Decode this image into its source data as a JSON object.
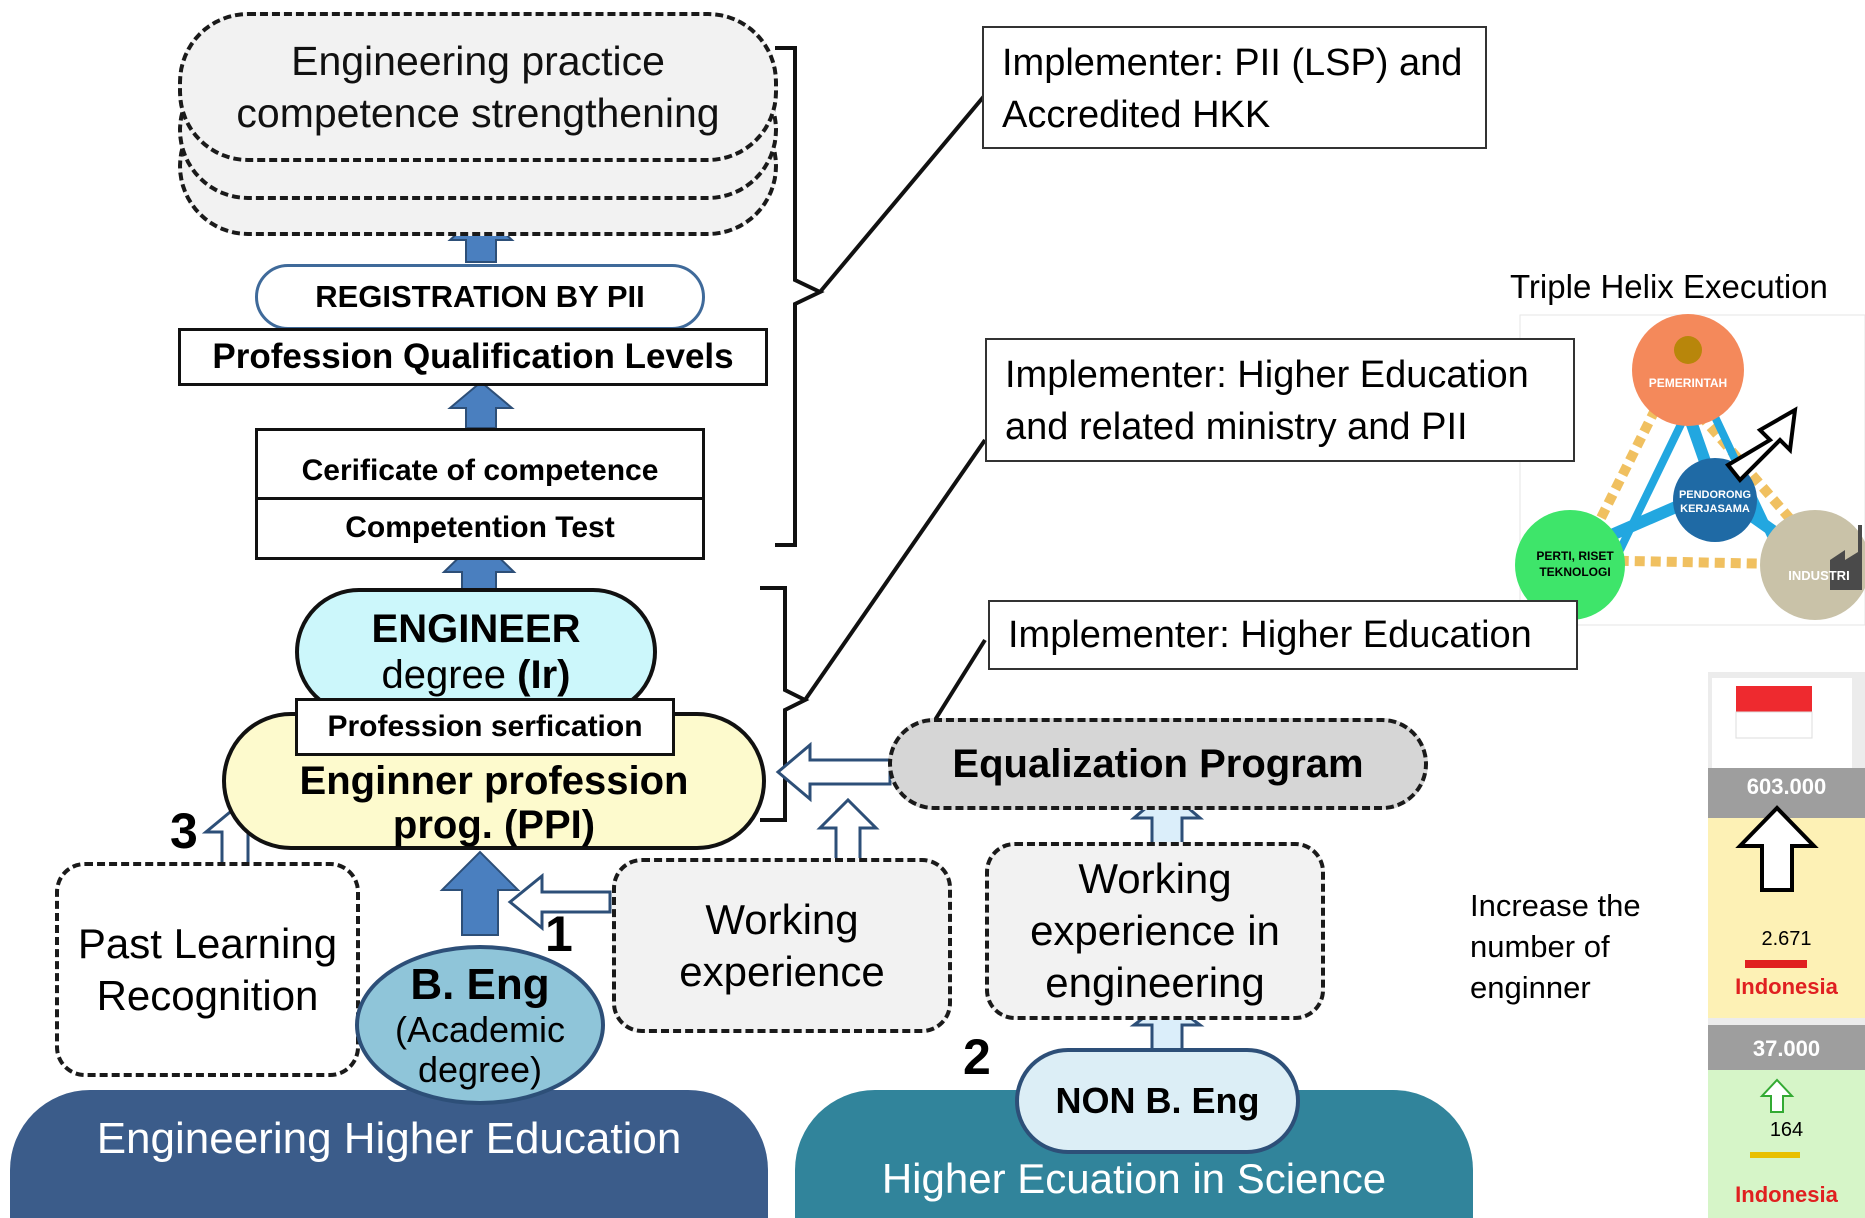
{
  "pathway": {
    "practice_top": "Engineering practice competence strengthening",
    "registration": "REGISTRATION BY PII",
    "qualification_levels": "Profession Qualification Levels",
    "certificate": "Cerificate of competence",
    "test": "Competention Test",
    "engineer_line1": "ENGINEER",
    "engineer_line2a": "degree ",
    "engineer_line2b": "(Ir)",
    "profession_cert": "Profession serfication",
    "ppi": "Enginner profession prog. (PPI)",
    "beng_title": "B. Eng",
    "beng_sub": "(Academic degree)",
    "past_learning": "Past Learning Recognition",
    "working_experience": "Working experience",
    "working_experience_eng": "Working experience in engineering",
    "equalization": "Equalization Program",
    "non_beng": "NON B. Eng",
    "base_left": "Engineering Higher Education",
    "base_right": "Higher Ecuation in Science",
    "numbers": [
      "1",
      "2",
      "3"
    ]
  },
  "implementers": [
    "Implementer: PII (LSP) and Accredited HKK",
    "Implementer: Higher Education and related ministry and PII",
    "Implementer: Higher Education"
  ],
  "triple_helix": {
    "title": "Triple Helix Execution",
    "pemerintah": "PEMERINTAH",
    "center": "PENDORONG KERJASAMA",
    "perti": "PERTI, RISET TEKNOLOGI",
    "industri": "INDUSTRI"
  },
  "increase_text": "Increase the number of enginner",
  "stats": {
    "top_value": "603.000",
    "top_small": "2.671",
    "top_country": "Indonesia",
    "bottom_value": "37.000",
    "bottom_small": "164",
    "bottom_country": "Indonesia"
  },
  "colors": {
    "arrow_blue": "#4a7fbf",
    "base_left": "#3b5c8a",
    "base_right": "#31849b",
    "engineer_fill": "#ccf7fb",
    "ppi_fill": "#fdfacd"
  }
}
